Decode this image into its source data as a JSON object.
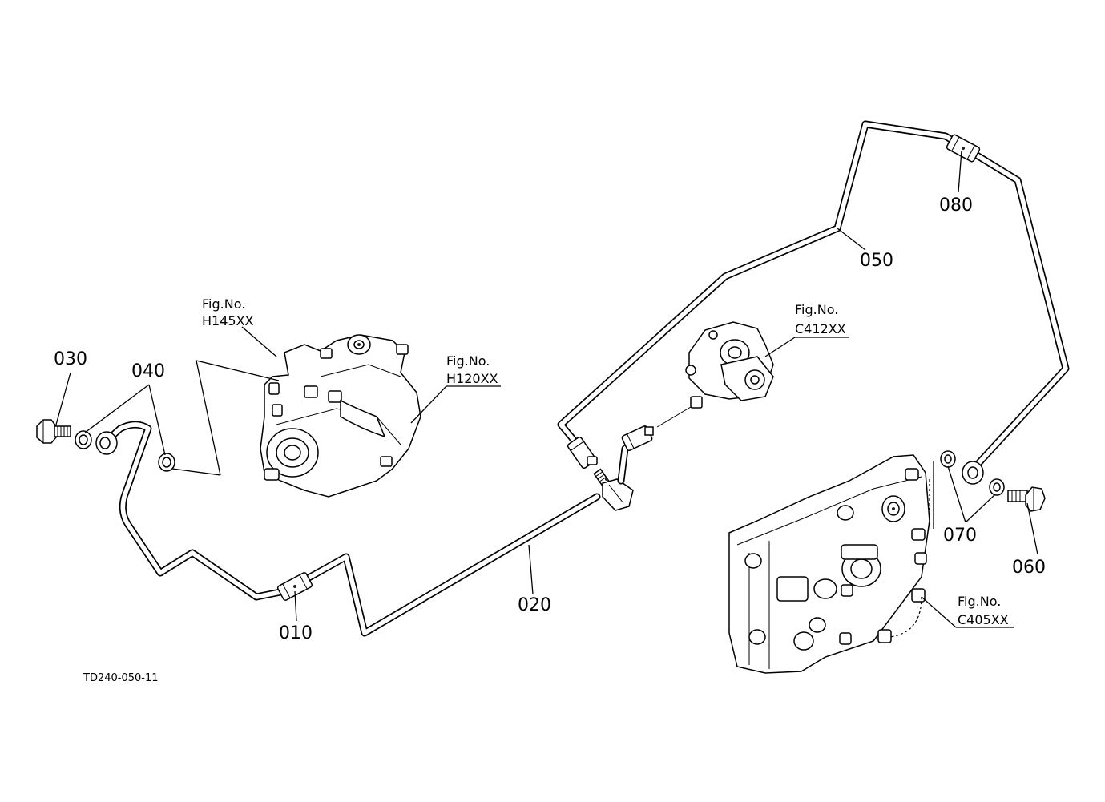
{
  "callouts": {
    "p010": "010",
    "p020": "020",
    "p030": "030",
    "p040": "040",
    "p050": "050",
    "p060": "060",
    "p070": "070",
    "p080": "080"
  },
  "figure_refs": {
    "h145": {
      "prefix": "Fig.No.",
      "code": "H145XX"
    },
    "h120": {
      "prefix": "Fig.No.",
      "code": "H120XX"
    },
    "c412": {
      "prefix": "Fig.No.",
      "code": "C412XX"
    },
    "c405": {
      "prefix": "Fig.No.",
      "code": "C405XX"
    }
  },
  "drawing_id": "TD240-050-11"
}
